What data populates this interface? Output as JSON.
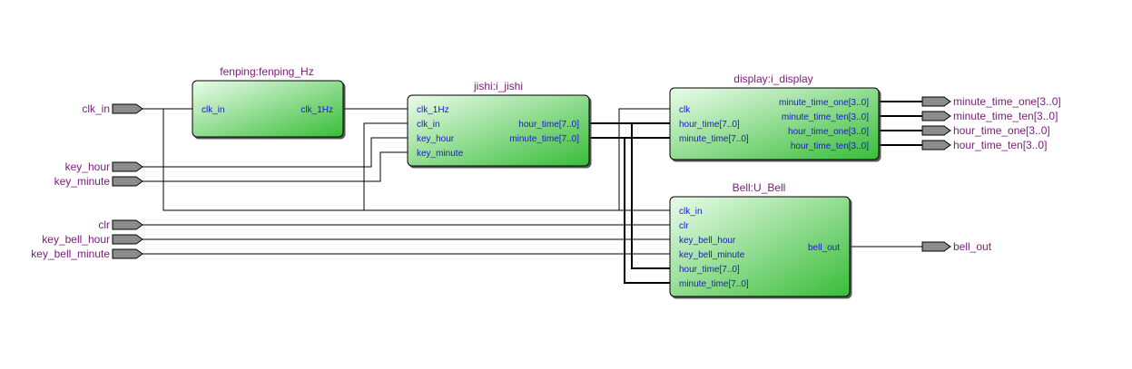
{
  "inputs": {
    "clk_in": "clk_in",
    "key_hour": "key_hour",
    "key_minute": "key_minute",
    "clr": "clr",
    "key_bell_hour": "key_bell_hour",
    "key_bell_minute": "key_bell_minute"
  },
  "outputs": {
    "minute_time_one": "minute_time_one[3..0]",
    "minute_time_ten": "minute_time_ten[3..0]",
    "hour_time_one": "hour_time_one[3..0]",
    "hour_time_ten": "hour_time_ten[3..0]",
    "bell_out": "bell_out"
  },
  "blocks": {
    "fenping": {
      "title": "fenping:fenping_Hz",
      "ports_in": [
        "clk_in"
      ],
      "ports_out": [
        "clk_1Hz"
      ]
    },
    "jishi": {
      "title": "jishi:i_jishi",
      "ports_in": [
        "clk_1Hz",
        "clk_in",
        "key_hour",
        "key_minute"
      ],
      "ports_out": [
        "hour_time[7..0]",
        "minute_time[7..0]"
      ]
    },
    "display": {
      "title": "display:i_display",
      "ports_in": [
        "clk",
        "hour_time[7..0]",
        "minute_time[7..0]"
      ],
      "ports_out": [
        "minute_time_one[3..0]",
        "minute_time_ten[3..0]",
        "hour_time_one[3..0]",
        "hour_time_ten[3..0]"
      ]
    },
    "bell": {
      "title": "Bell:U_Bell",
      "ports_in": [
        "clk_in",
        "clr",
        "key_bell_hour",
        "key_bell_minute",
        "hour_time[7..0]",
        "minute_time[7..0]"
      ],
      "ports_out": [
        "bell_out"
      ]
    }
  },
  "colors": {
    "block_gradient_start": "#e8fbe8",
    "block_gradient_end": "#3cc03c",
    "pin_fill": "#8c8c8c",
    "label_purple": "#7a1a7a",
    "port_blue": "#1a1acc"
  }
}
